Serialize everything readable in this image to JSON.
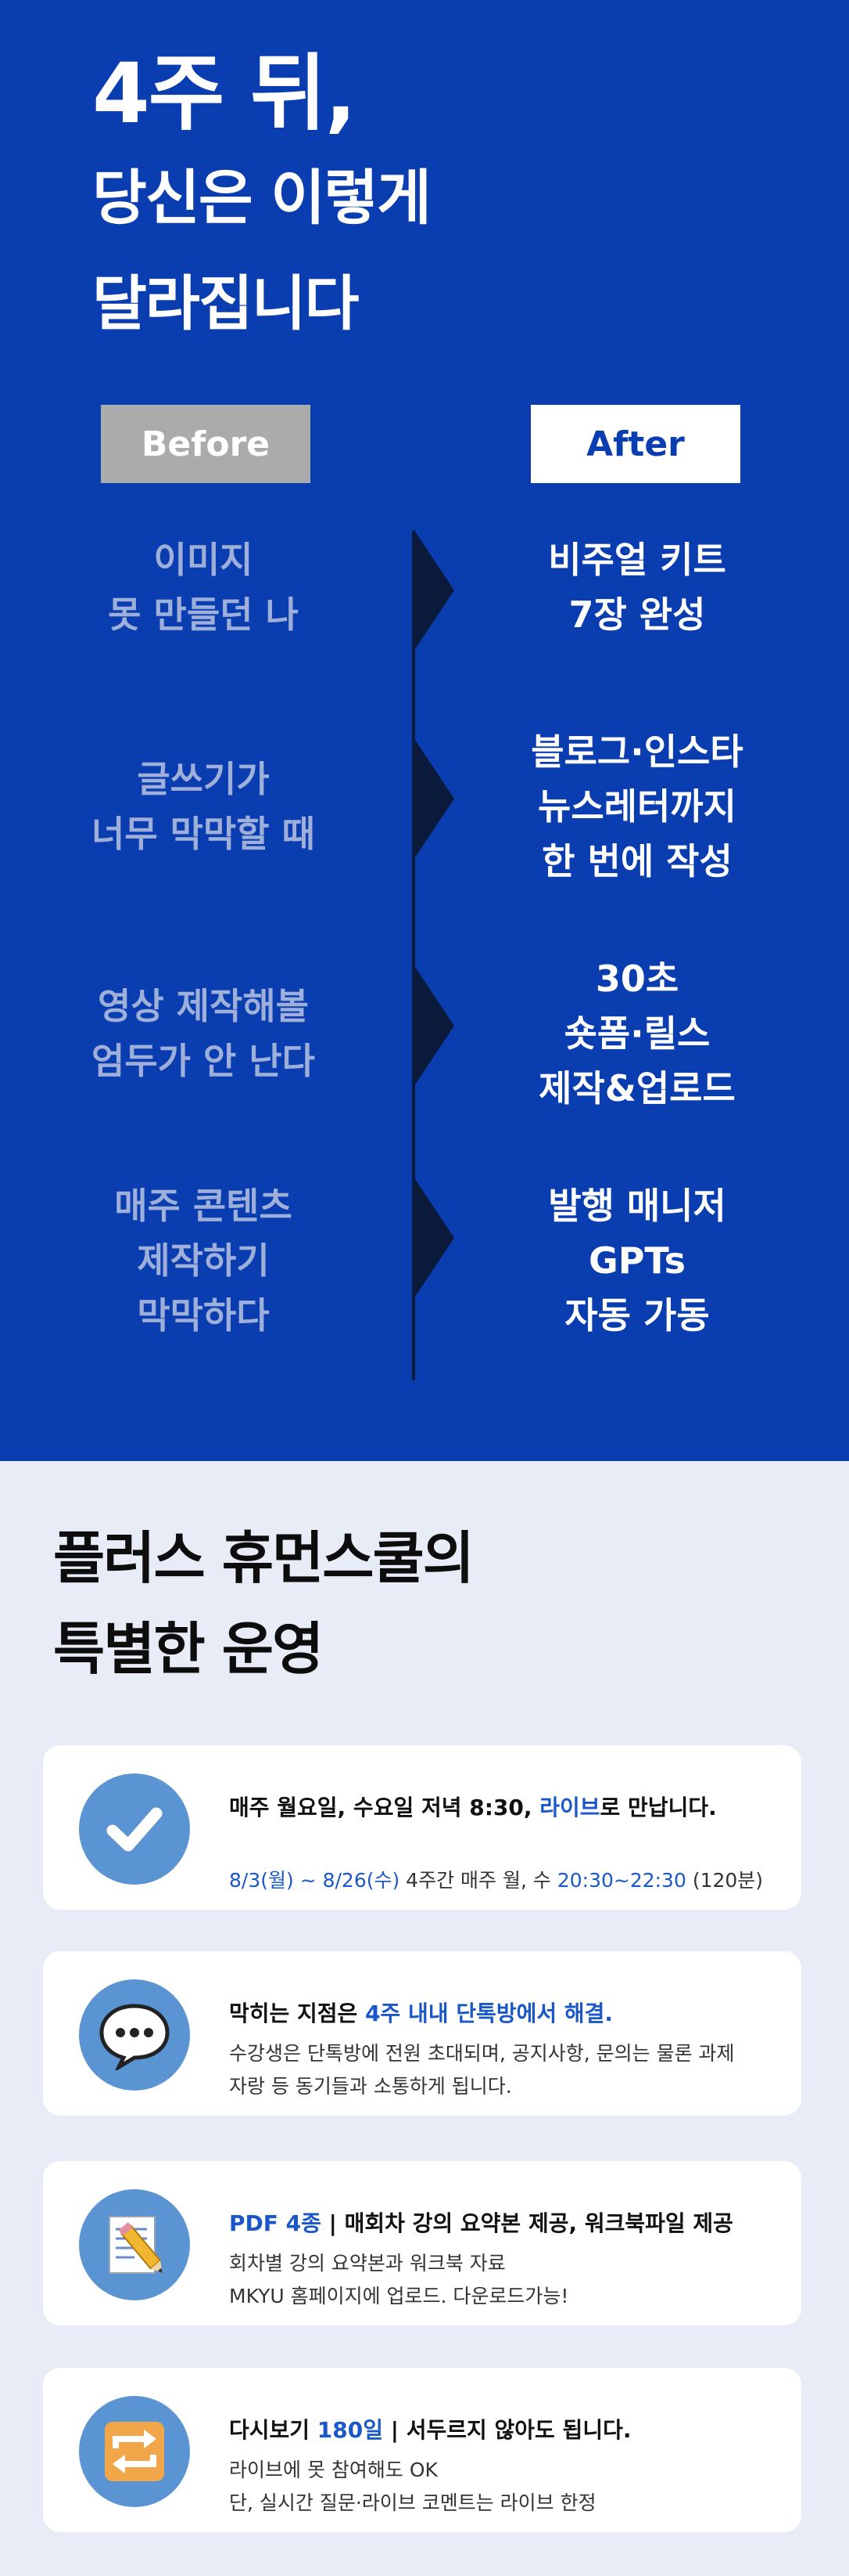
{
  "hero": {
    "line1": "4주 뒤,",
    "line2": "당신은 이렇게",
    "line3": "달라집니다"
  },
  "comparison": {
    "before_label": "Before",
    "after_label": "After",
    "rows": [
      {
        "before": "이미지\n못 만들던 나",
        "after": "비주얼 키트\n7장 완성"
      },
      {
        "before": "글쓰기가\n너무 막막할 때",
        "after": "블로그·인스타\n뉴스레터까지\n한 번에 작성"
      },
      {
        "before": "영상 제작해볼\n엄두가 안 난다",
        "after": "30초\n숏폼·릴스\n제작&업로드"
      },
      {
        "before": "매주 콘텐츠\n제작하기\n막막하다",
        "after": "발행 매니저\nGPTs\n자동 가동"
      }
    ]
  },
  "operations": {
    "title": "플러스 휴먼스쿨의\n특별한 운영",
    "cards": [
      {
        "icon": "check-icon",
        "head_pre": "매주 월요일, 수요일 저녁 8:30, ",
        "head_hl": "라이브",
        "head_post": "로 만납니다.",
        "body_blue": "8/3(월) ~ 8/26(수)",
        "body_mid": " 4주간 매주 월, 수 ",
        "body_blue2": "20:30~22:30",
        "body_end": " (120분)"
      },
      {
        "icon": "speech-bubble-icon",
        "head_pre": "막히는 지점은 ",
        "head_hl": "4주 내내 단톡방에서 해결.",
        "head_post": "",
        "body": "수강생은 단톡방에 전원 초대되며, 공지사항, 문의는 물론 과제\n자랑 등 동기들과 소통하게 됩니다."
      },
      {
        "icon": "memo-pencil-icon",
        "head_pre": "",
        "head_hl": "PDF 4종",
        "head_post": " | 매회차 강의 요약본 제공, 워크북파일 제공",
        "body": "회차별 강의 요약본과 워크북 자료\nMKYU 홈페이지에 업로드. 다운로드가능!"
      },
      {
        "icon": "repeat-arrows-icon",
        "head_pre": "다시보기 ",
        "head_hl": "180일",
        "head_post": "  | 서두르지 않아도 됩니다.",
        "body": "라이브에 못 참여해도 OK\n단, 실시간 질문·라이브 코멘트는 라이브 한정"
      }
    ]
  },
  "colors": {
    "hero_bg": "#0a3db0",
    "bottom_bg": "#e8ecf6",
    "accent": "#1a57c8",
    "before_text": "#9eb0d9",
    "icon_circle": "#5b94d3"
  }
}
